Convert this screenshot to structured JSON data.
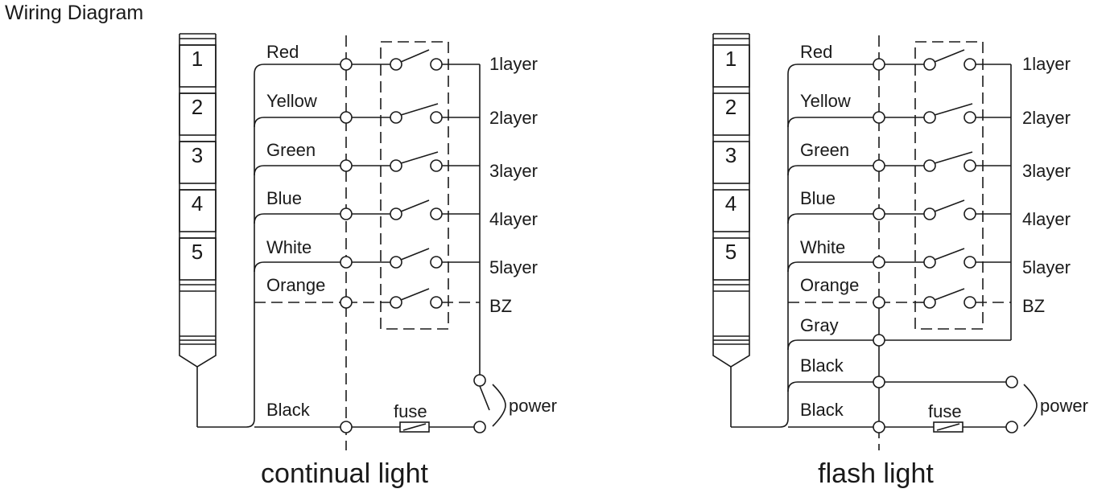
{
  "title": "Wiring Diagram",
  "diagrams": [
    {
      "caption": "continual light",
      "segments": [
        "1",
        "2",
        "3",
        "4",
        "5"
      ],
      "wires": [
        "Red",
        "Yellow",
        "Green",
        "Blue",
        "White",
        "Orange"
      ],
      "outputs": [
        "1layer",
        "2layer",
        "3layer",
        "4layer",
        "5layer",
        "BZ"
      ],
      "extra_wires": [],
      "bottom_wire": "Black",
      "fuse": "fuse",
      "power": "power"
    },
    {
      "caption": "flash light",
      "segments": [
        "1",
        "2",
        "3",
        "4",
        "5"
      ],
      "wires": [
        "Red",
        "Yellow",
        "Green",
        "Blue",
        "White",
        "Orange"
      ],
      "outputs": [
        "1layer",
        "2layer",
        "3layer",
        "4layer",
        "5layer",
        "BZ"
      ],
      "extra_wires": [
        "Gray",
        "Black"
      ],
      "bottom_wire": "Black",
      "fuse": "fuse",
      "power": "power"
    }
  ]
}
